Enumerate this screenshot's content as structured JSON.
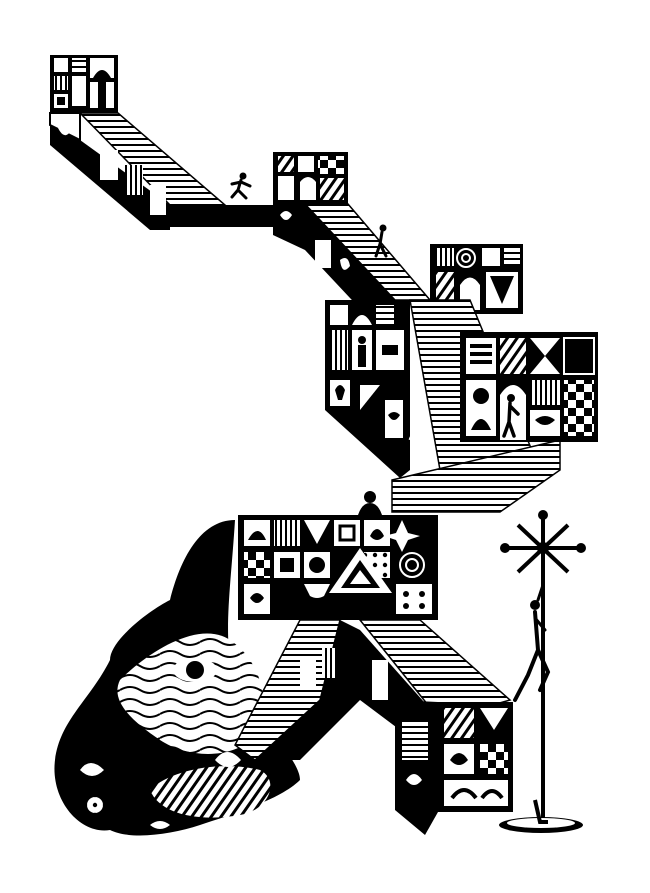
{
  "artwork": {
    "kind": "pen-and-ink illustration",
    "colors": {
      "ink": "#000000",
      "paper": "#ffffff"
    },
    "figures": [
      "runner",
      "climber",
      "walker",
      "seated-figure",
      "pole-climber"
    ],
    "icons": [
      "stair-icon",
      "figure-icon",
      "pole-icon",
      "triangle-icon",
      "star-icon",
      "arch-icon"
    ]
  }
}
